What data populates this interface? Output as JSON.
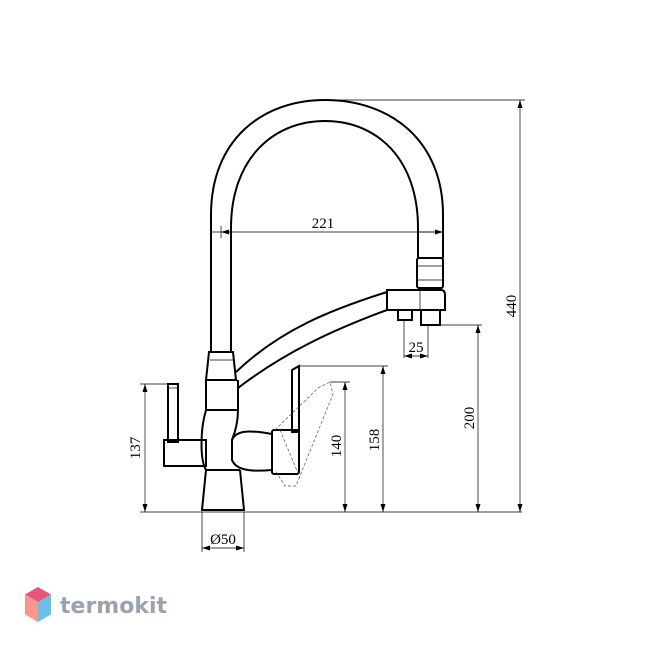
{
  "dimensions": {
    "width_221": "221",
    "spout_25": "25",
    "height_440": "440",
    "height_200": "200",
    "height_158": "158",
    "height_140": "140",
    "height_137": "137",
    "diameter_50": "Ø50"
  },
  "brand": {
    "name": "termokit",
    "colors": {
      "text": "#9aa3ad",
      "logo_top": "#e8547a",
      "logo_left": "#f39a8c",
      "logo_right": "#6cc0e8"
    }
  }
}
